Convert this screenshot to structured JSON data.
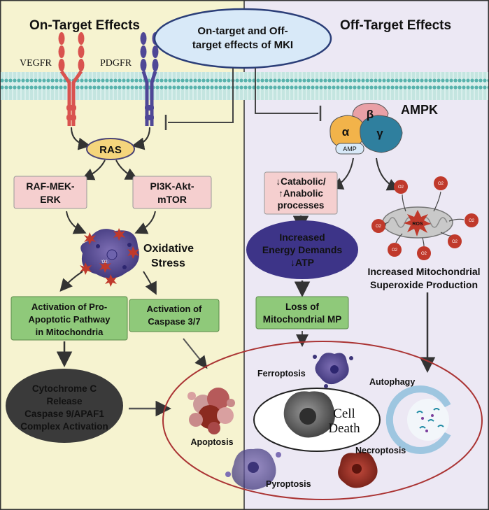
{
  "panels": {
    "left_title": "On-Target Effects",
    "right_title": "Off-Target Effects",
    "center_title_line1": "On-target and Off-",
    "center_title_line2": "target effects of MKI"
  },
  "receptors": {
    "vegfr": "VEGFR",
    "pdgfr": "PDGFR"
  },
  "left_path": {
    "ras": "RAS",
    "raf_line1": "RAF-MEK-",
    "raf_line2": "ERK",
    "pi3k_line1": "PI3K-Akt-",
    "pi3k_line2": "mTOR",
    "ox_line1": "Oxidative",
    "ox_line2": "Stress",
    "ros_label": "'O2-",
    "proapop_line1": "Activation of Pro-",
    "proapop_line2": "Apoptotic Pathway",
    "proapop_line3": "in Mitochondria",
    "casp_line1": "Activation of",
    "casp_line2": "Caspase 3/7",
    "cyto_line1": "Cytochrome C",
    "cyto_line2": "Release",
    "cyto_line3": "Caspase 9/APAF1",
    "cyto_line4": "Complex Activation"
  },
  "right_path": {
    "ampk": "AMPK",
    "alpha": "α",
    "beta": "β",
    "gamma": "γ",
    "amp": "AMP",
    "catab_line1": "↓Catabolic/",
    "catab_line2": "↑Anabolic",
    "catab_line3": "processes",
    "energy_line1": "Increased",
    "energy_line2": "Energy Demands",
    "energy_line3": "↓ATP",
    "loss_line1": "Loss of",
    "loss_line2": "Mitochondrial MP",
    "ros": "ROS",
    "superoxide": "O2",
    "mito_line1": "Increased Mitochondrial",
    "mito_line2": "Superoxide Production"
  },
  "death": {
    "center_line1": "Cell",
    "center_line2": "Death",
    "ferroptosis": "Ferroptosis",
    "autophagy": "Autophagy",
    "apoptosis": "Apoptosis",
    "necroptosis": "Necroptosis",
    "pyroptosis": "Pyroptosis"
  },
  "colors": {
    "left_bg": "#f6f3d0",
    "right_bg": "#ece8f4",
    "title_red": "#8b2a1f",
    "pink_box": "#f5cfcf",
    "green_box": "#8fc97a",
    "ras_yellow": "#f5d57c",
    "navy_oval": "#3d3488",
    "dark_oval": "#3a3a3a",
    "death_ring": "#a33",
    "vegfr": "#d9534f",
    "pdgfr": "#4f4796"
  }
}
